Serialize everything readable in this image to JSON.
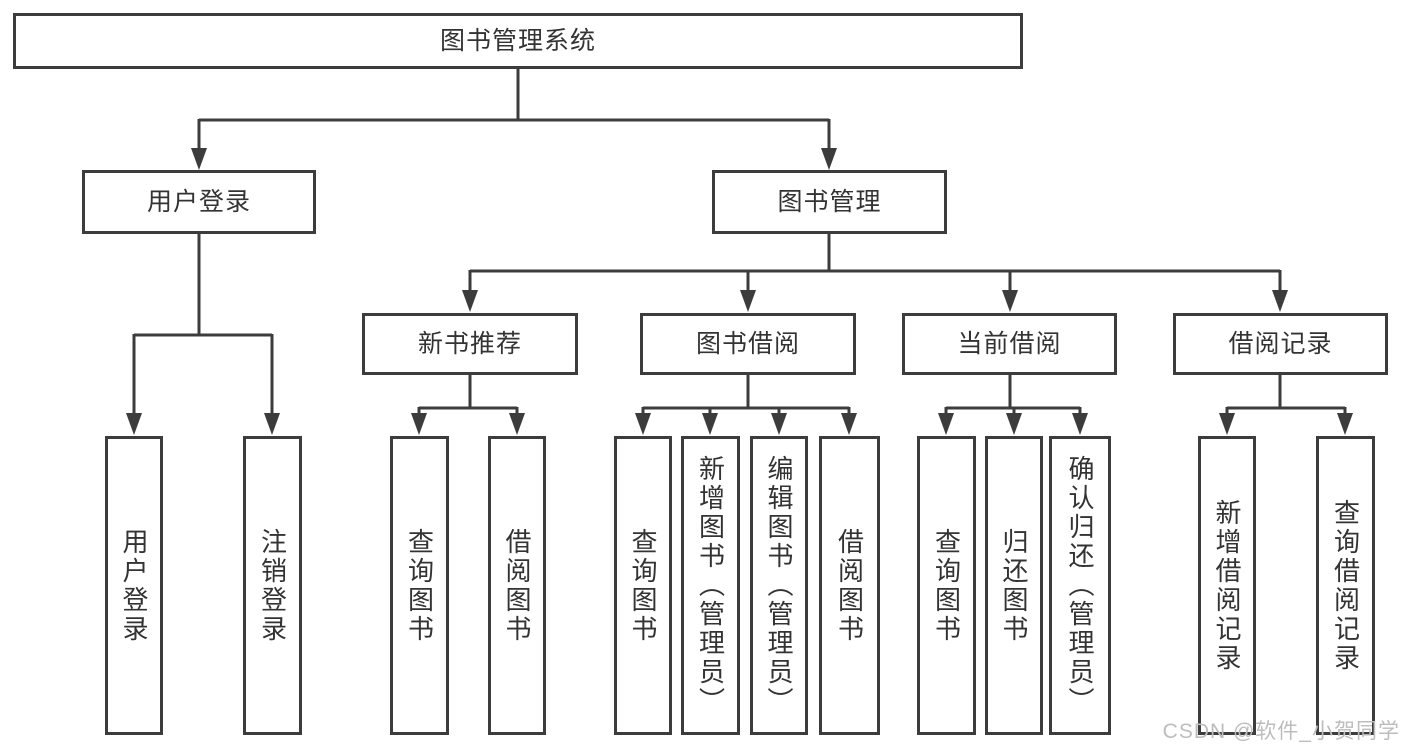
{
  "diagram": {
    "type": "tree",
    "root": {
      "label": "图书管理系统",
      "children": [
        {
          "label": "用户登录",
          "children": [
            {
              "label": "用户登录"
            },
            {
              "label": "注销登录"
            }
          ]
        },
        {
          "label": "图书管理",
          "children": [
            {
              "label": "新书推荐",
              "children": [
                {
                  "label": "查询图书"
                },
                {
                  "label": "借阅图书"
                }
              ]
            },
            {
              "label": "图书借阅",
              "children": [
                {
                  "label": "查询图书"
                },
                {
                  "label": "新增图书（管理员）"
                },
                {
                  "label": "编辑图书（管理员）"
                },
                {
                  "label": "借阅图书"
                }
              ]
            },
            {
              "label": "当前借阅",
              "children": [
                {
                  "label": "查询图书"
                },
                {
                  "label": "归还图书"
                },
                {
                  "label": "确认归还（管理员）"
                }
              ]
            },
            {
              "label": "借阅记录",
              "children": [
                {
                  "label": "新增借阅记录"
                },
                {
                  "label": "查询借阅记录"
                }
              ]
            }
          ]
        }
      ]
    }
  },
  "colors": {
    "line": "#3c3c3c",
    "box_border": "#3c3c3c",
    "text": "#333333",
    "background": "#ffffff",
    "watermark": "#bdbdbd"
  },
  "watermark": {
    "text": "CSDN @软件_小贺同学"
  }
}
